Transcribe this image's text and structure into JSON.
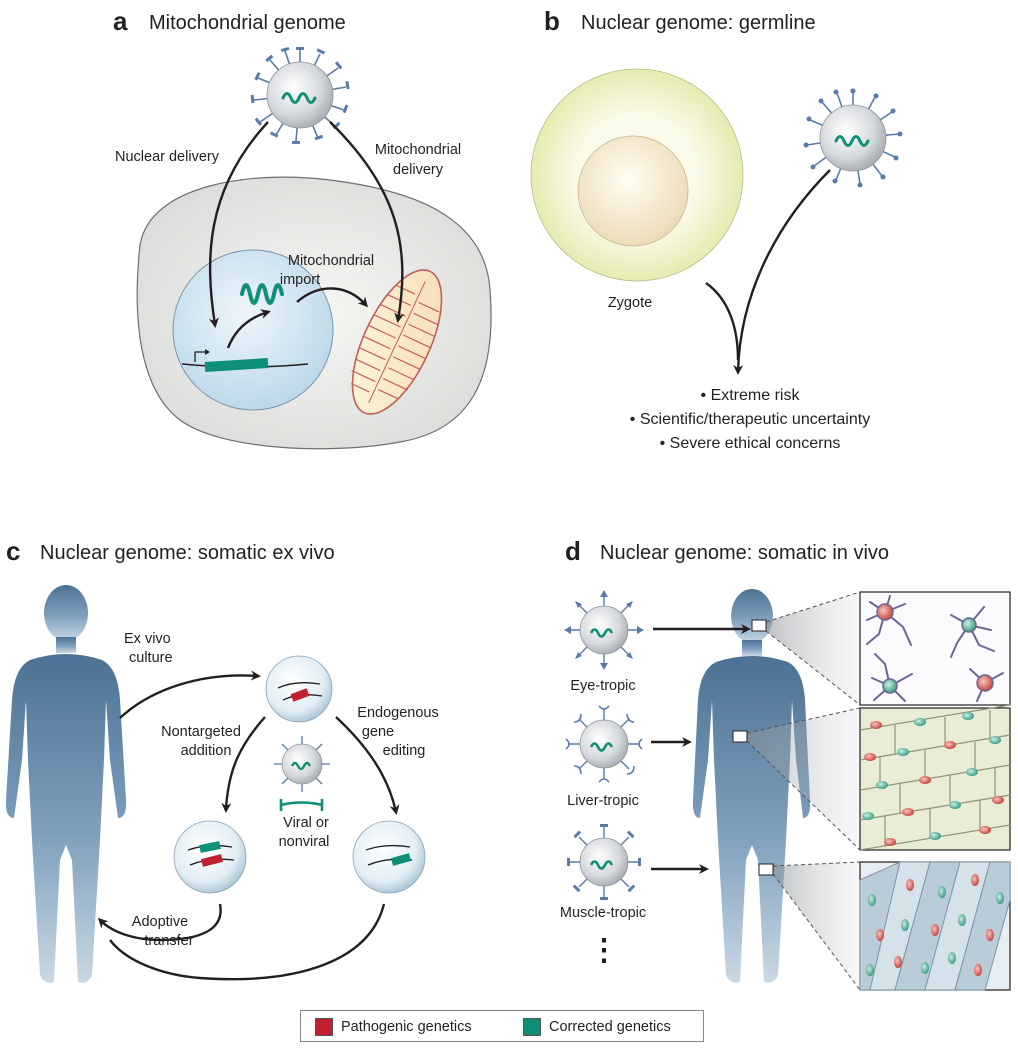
{
  "colors": {
    "pathogenic": "#c0202f",
    "corrected": "#0e9077",
    "body": "#4b7294",
    "virus_spike": "#5a7ba8"
  },
  "panel_a": {
    "letter": "a",
    "title": "Mitochondrial genome",
    "nuclear_delivery": "Nuclear delivery",
    "mito_delivery_1": "Mitochondrial",
    "mito_delivery_2": "delivery",
    "mito_import_1": "Mitochondrial",
    "mito_import_2": "import"
  },
  "panel_b": {
    "letter": "b",
    "title": "Nuclear genome: germline",
    "zygote": "Zygote",
    "bullets": [
      "• Extreme risk",
      "• Scientific/therapeutic uncertainty",
      "• Severe ethical concerns"
    ]
  },
  "panel_c": {
    "letter": "c",
    "title": "Nuclear genome: somatic ex vivo",
    "ex_vivo_1": "Ex vivo",
    "ex_vivo_2": "culture",
    "nontargeted_1": "Nontargeted",
    "nontargeted_2": "addition",
    "endogenous_1": "Endogenous",
    "endogenous_2": "gene",
    "endogenous_3": "editing",
    "viral_1": "Viral or",
    "viral_2": "nonviral",
    "adoptive_1": "Adoptive",
    "adoptive_2": "transfer"
  },
  "panel_d": {
    "letter": "d",
    "title": "Nuclear genome: somatic in vivo",
    "eye": "Eye-tropic",
    "liver": "Liver-tropic",
    "muscle": "Muscle-tropic",
    "more": "⋮"
  },
  "legend": {
    "pathogenic": "Pathogenic genetics",
    "corrected": "Corrected genetics"
  }
}
